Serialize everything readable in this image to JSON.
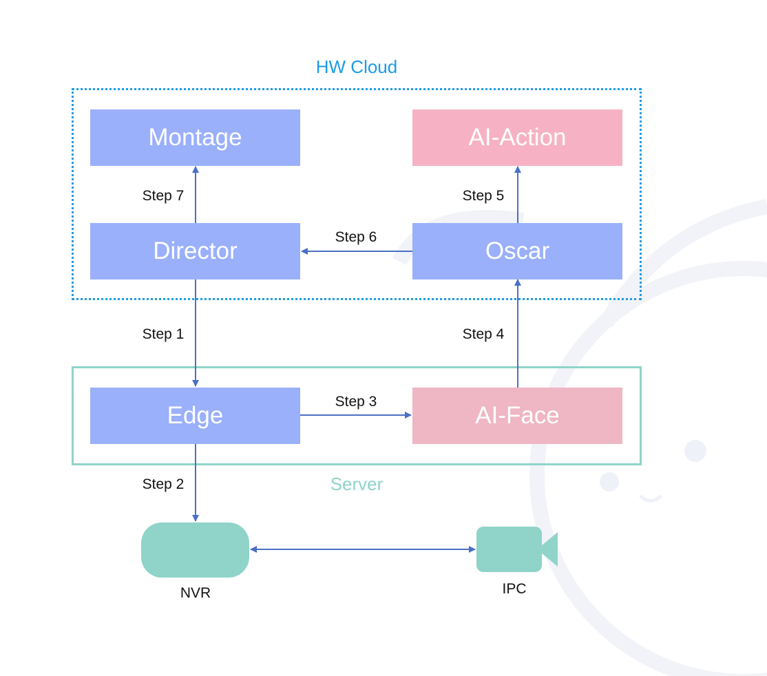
{
  "groups": {
    "cloud": "HW Cloud",
    "server": "Server"
  },
  "nodes": {
    "montage": "Montage",
    "director": "Director",
    "edge": "Edge",
    "ai_action": "AI-Action",
    "oscar": "Oscar",
    "ai_face": "AI-Face"
  },
  "steps": {
    "step1": "Step 1",
    "step2": "Step 2",
    "step3": "Step 3",
    "step4": "Step 4",
    "step5": "Step 5",
    "step6": "Step 6",
    "step7": "Step 7"
  },
  "devices": {
    "nvr": "NVR",
    "ipc": "IPC"
  },
  "colors": {
    "cloud_border": "#1a9be6",
    "server_border": "#8fd3c9",
    "node_blue": "#9ab0fb",
    "node_pink": "#f6b2c4",
    "arrow": "#4a6fc5",
    "device": "#8fd3c9"
  },
  "icons": {
    "nvr": "nvr-device-icon",
    "ipc": "video-camera-icon"
  }
}
